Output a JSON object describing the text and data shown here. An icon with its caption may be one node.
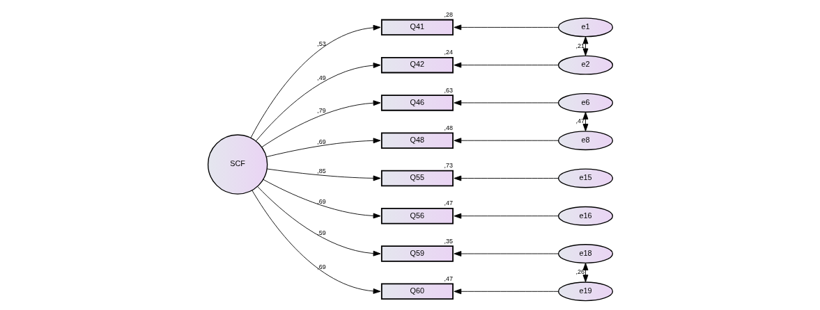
{
  "diagram": {
    "nodes": [
      {
        "text": [
          "SCF"
        ]
      },
      {
        "text": [
          "Q41"
        ],
        "beside": [
          ",28"
        ]
      },
      {
        "text": [
          "Q42"
        ],
        "beside": [
          ",24"
        ]
      },
      {
        "text": [
          "Q46"
        ],
        "beside": [
          ",63"
        ]
      },
      {
        "text": [
          "Q48"
        ],
        "beside": [
          ",48"
        ]
      },
      {
        "text": [
          "Q55"
        ],
        "beside": [
          ",73"
        ]
      },
      {
        "text": [
          "Q56"
        ],
        "beside": [
          ",47"
        ]
      },
      {
        "text": [
          "Q59"
        ],
        "beside": [
          ",35"
        ]
      },
      {
        "text": [
          "Q60"
        ],
        "beside": [
          ",47"
        ]
      },
      {
        "text": [
          "e1"
        ]
      },
      {
        "text": [
          "e2"
        ]
      },
      {
        "text": [
          "e6"
        ]
      },
      {
        "text": [
          "e8"
        ]
      },
      {
        "text": [
          "e15"
        ]
      },
      {
        "text": [
          "e16"
        ]
      },
      {
        "text": [
          "e18"
        ]
      },
      {
        "text": [
          "e19"
        ]
      }
    ],
    "edges": [
      {
        "from": 0,
        "to": 1,
        "arrow": "to",
        "label": ",53"
      },
      {
        "from": 0,
        "to": 2,
        "arrow": "to",
        "label": ",49"
      },
      {
        "from": 0,
        "to": 3,
        "arrow": "to",
        "label": ",79"
      },
      {
        "from": 0,
        "to": 4,
        "arrow": "to",
        "label": ",69"
      },
      {
        "from": 0,
        "to": 5,
        "arrow": "to",
        "label": ",85"
      },
      {
        "from": 0,
        "to": 6,
        "arrow": "to",
        "label": ",69"
      },
      {
        "from": 0,
        "to": 7,
        "arrow": "to",
        "label": ",59"
      },
      {
        "from": 0,
        "to": 8,
        "arrow": "to",
        "label": ",69"
      },
      {
        "from": 9,
        "to": 1,
        "arrow": "to"
      },
      {
        "from": 10,
        "to": 2,
        "arrow": "to"
      },
      {
        "from": 11,
        "to": 3,
        "arrow": "to"
      },
      {
        "from": 12,
        "to": 4,
        "arrow": "to"
      },
      {
        "from": 13,
        "to": 5,
        "arrow": "to"
      },
      {
        "from": 14,
        "to": 6,
        "arrow": "to"
      },
      {
        "from": 15,
        "to": 7,
        "arrow": "to"
      },
      {
        "from": 16,
        "to": 8,
        "arrow": "to"
      },
      {
        "from": 9,
        "to": 10,
        "arrow": "both",
        "label": ",21"
      },
      {
        "from": 11,
        "to": 12,
        "arrow": "both",
        "label": ",47"
      },
      {
        "from": 15,
        "to": 16,
        "arrow": "both",
        "label": ",26"
      }
    ]
  }
}
